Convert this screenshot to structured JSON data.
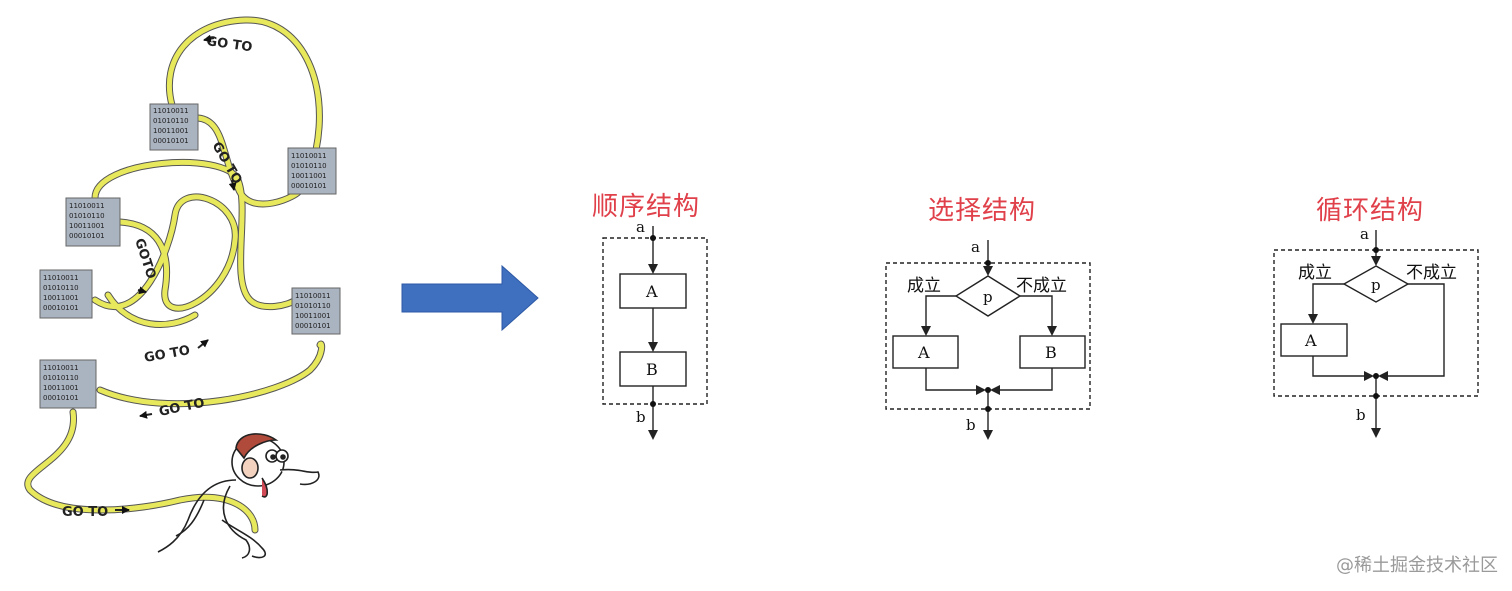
{
  "left_illustration": {
    "goto_labels": [
      "GO TO",
      "GO TO",
      "GOTO",
      "GO TO",
      "GO TO",
      "GO TO"
    ],
    "chip_rows": [
      [
        "11010011",
        "01010110",
        "10011001",
        "00010101"
      ],
      [
        "11010011",
        "01010110",
        "10011001",
        "00010101"
      ],
      [
        "11010011",
        "01010110",
        "10011001",
        "00010101"
      ],
      [
        "11010011",
        "01010110",
        "10011001",
        "00010101"
      ],
      [
        "11010011",
        "01010110",
        "10011001",
        "00010101"
      ],
      [
        "11010011",
        "01010110",
        "10011001",
        "00010101"
      ]
    ],
    "wire_color": "#e6e65a",
    "chip_color": "#a9b2bf"
  },
  "sequence": {
    "title": "顺序结构",
    "in_label": "a",
    "out_label": "b",
    "box_a": "A",
    "box_b": "B"
  },
  "selection": {
    "title": "选择结构",
    "in_label": "a",
    "out_label": "b",
    "condition": "p",
    "true_label": "成立",
    "false_label": "不成立",
    "box_a": "A",
    "box_b": "B"
  },
  "loop": {
    "title": "循环结构",
    "in_label": "a",
    "out_label": "b",
    "condition": "p",
    "true_label": "成立",
    "false_label": "不成立",
    "box_a": "A"
  },
  "arrow_color": "#3f6fbf",
  "title_color": "#e0404a",
  "watermark": "@稀土掘金技术社区"
}
